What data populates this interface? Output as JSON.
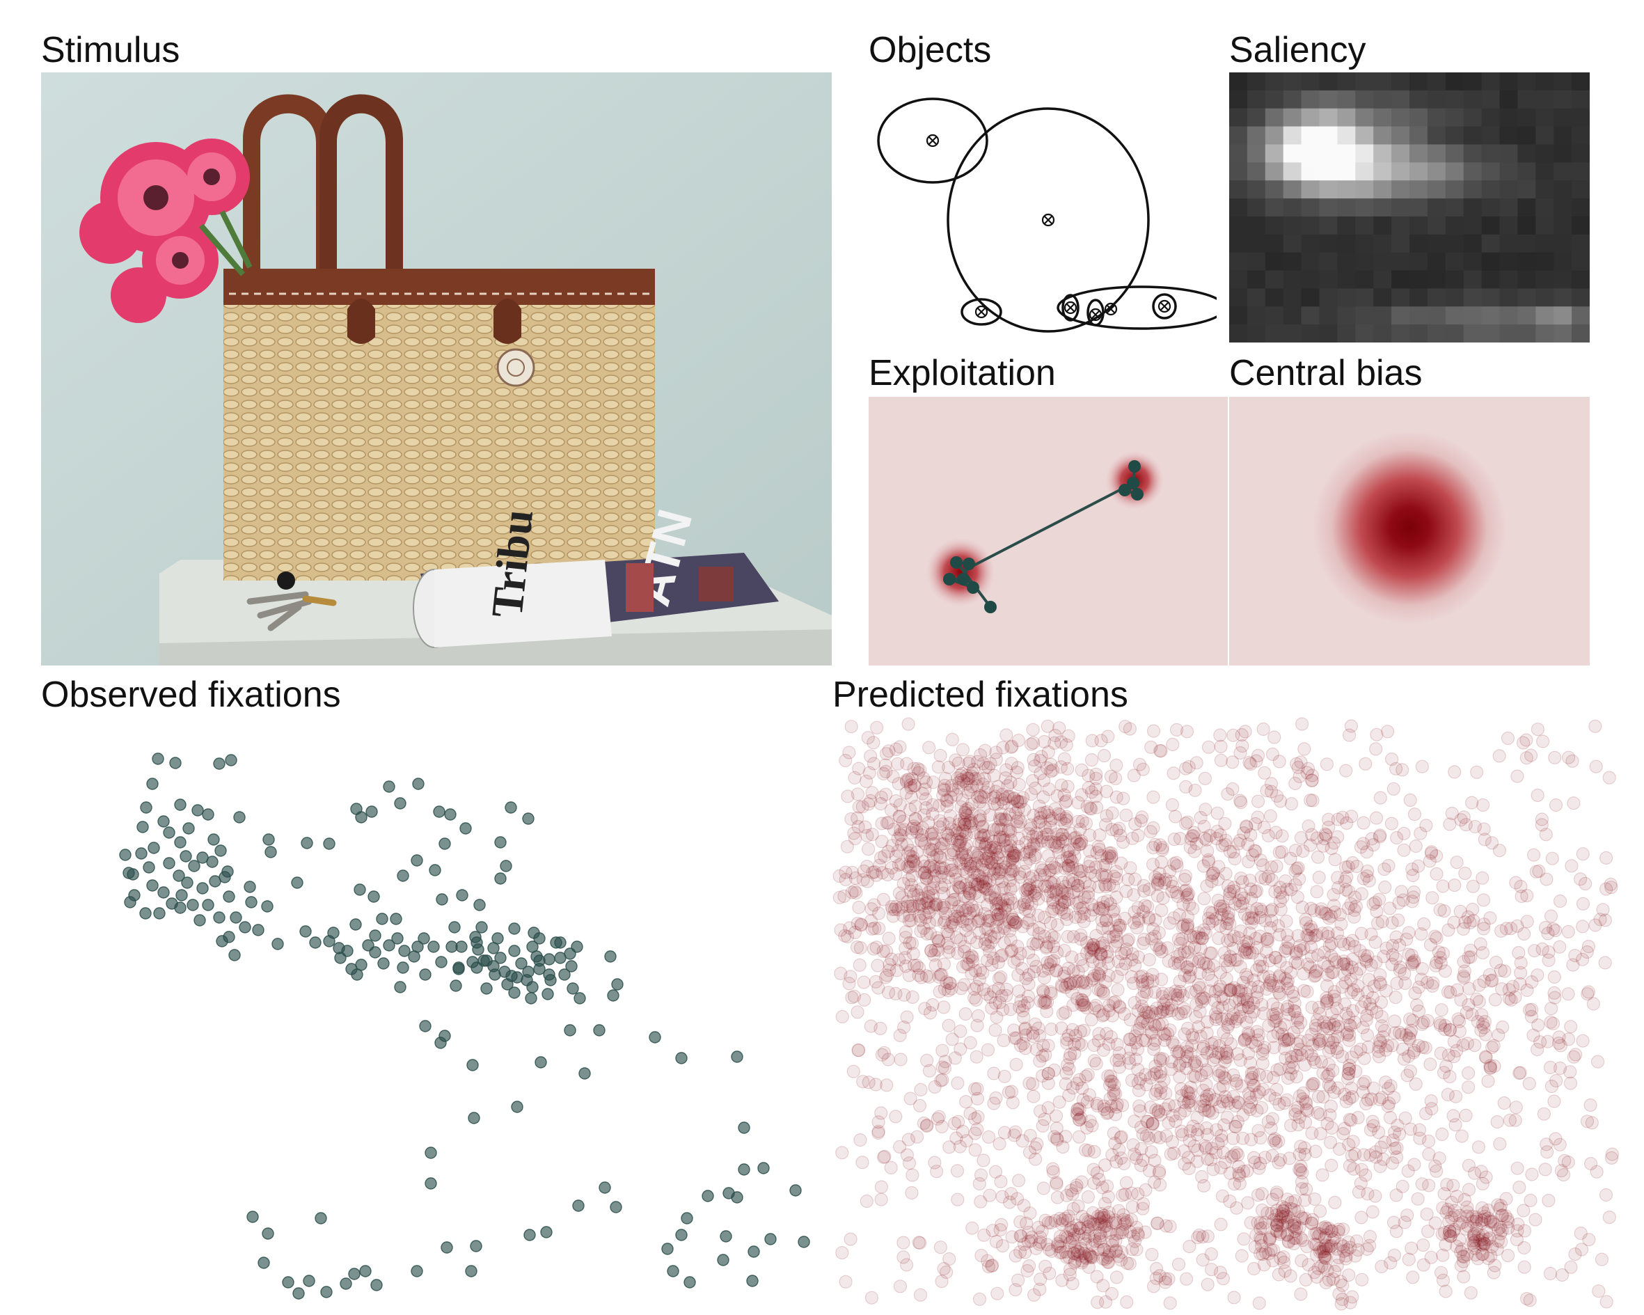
{
  "labels": {
    "stimulus": "Stimulus",
    "objects": "Objects",
    "saliency": "Saliency",
    "exploitation": "Exploitation",
    "central_bias": "Central bias",
    "observed": "Observed fixations",
    "predicted": "Predicted fixations"
  },
  "colors": {
    "fixation_dark": "#2a4d4a",
    "heat_red": "#7a0008",
    "background_pink": "#ecd7d7",
    "wall": "#c6d6d4",
    "basket": "#d8be8e",
    "leather": "#7a3a24",
    "flower": "#e43a6a"
  },
  "stimulus_icons": [
    "basket-icon",
    "flowers-icon",
    "keys-icon",
    "newspaper-icon"
  ]
}
